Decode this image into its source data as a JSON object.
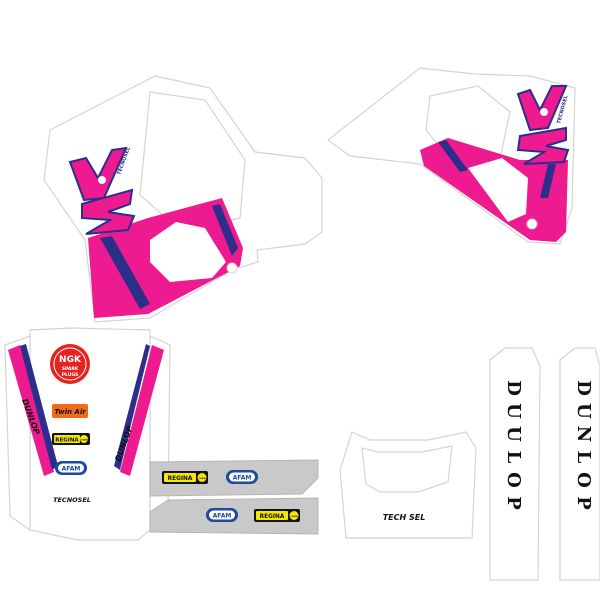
{
  "colors": {
    "magenta": "#ee1a8f",
    "navy": "#2b2f8a",
    "ngk_red": "#e52421",
    "twin_air_orange": "#f06a1a",
    "regina_yellow": "#f5e700",
    "afam_blue": "#1b4aa0",
    "grey_strip": "#c9c9c9",
    "black": "#111111"
  },
  "left_shroud": {
    "graphic_text": "TECNOSEL"
  },
  "right_shroud": {
    "graphic_text": "TECNOSEL"
  },
  "front_number_plate": {
    "ngk": {
      "brand": "NGK",
      "line1": "SPARK",
      "line2": "PLUGS"
    },
    "twin_air": "Twin Air",
    "regina": "REGINA",
    "regina_sub": "CHAIN",
    "afam": "AFAM",
    "dunlop_left": "DUNLOP",
    "dunlop_right": "DUNLOP",
    "tecnosel": "TECNOSEL"
  },
  "swingarm_strips": {
    "top": {
      "regina": "REGINA",
      "regina_sub": "CHAIN",
      "afam": "AFAM"
    },
    "bottom": {
      "afam": "AFAM",
      "regina": "REGINA",
      "regina_sub": "CHAIN"
    }
  },
  "rear_plate": {
    "text": "TECH SEL"
  },
  "fork_guards": {
    "left_letters": [
      "D",
      "U",
      "U",
      "L",
      "O",
      "P"
    ],
    "right_letters": [
      "D",
      "U",
      "N",
      "L",
      "O",
      "P"
    ]
  }
}
